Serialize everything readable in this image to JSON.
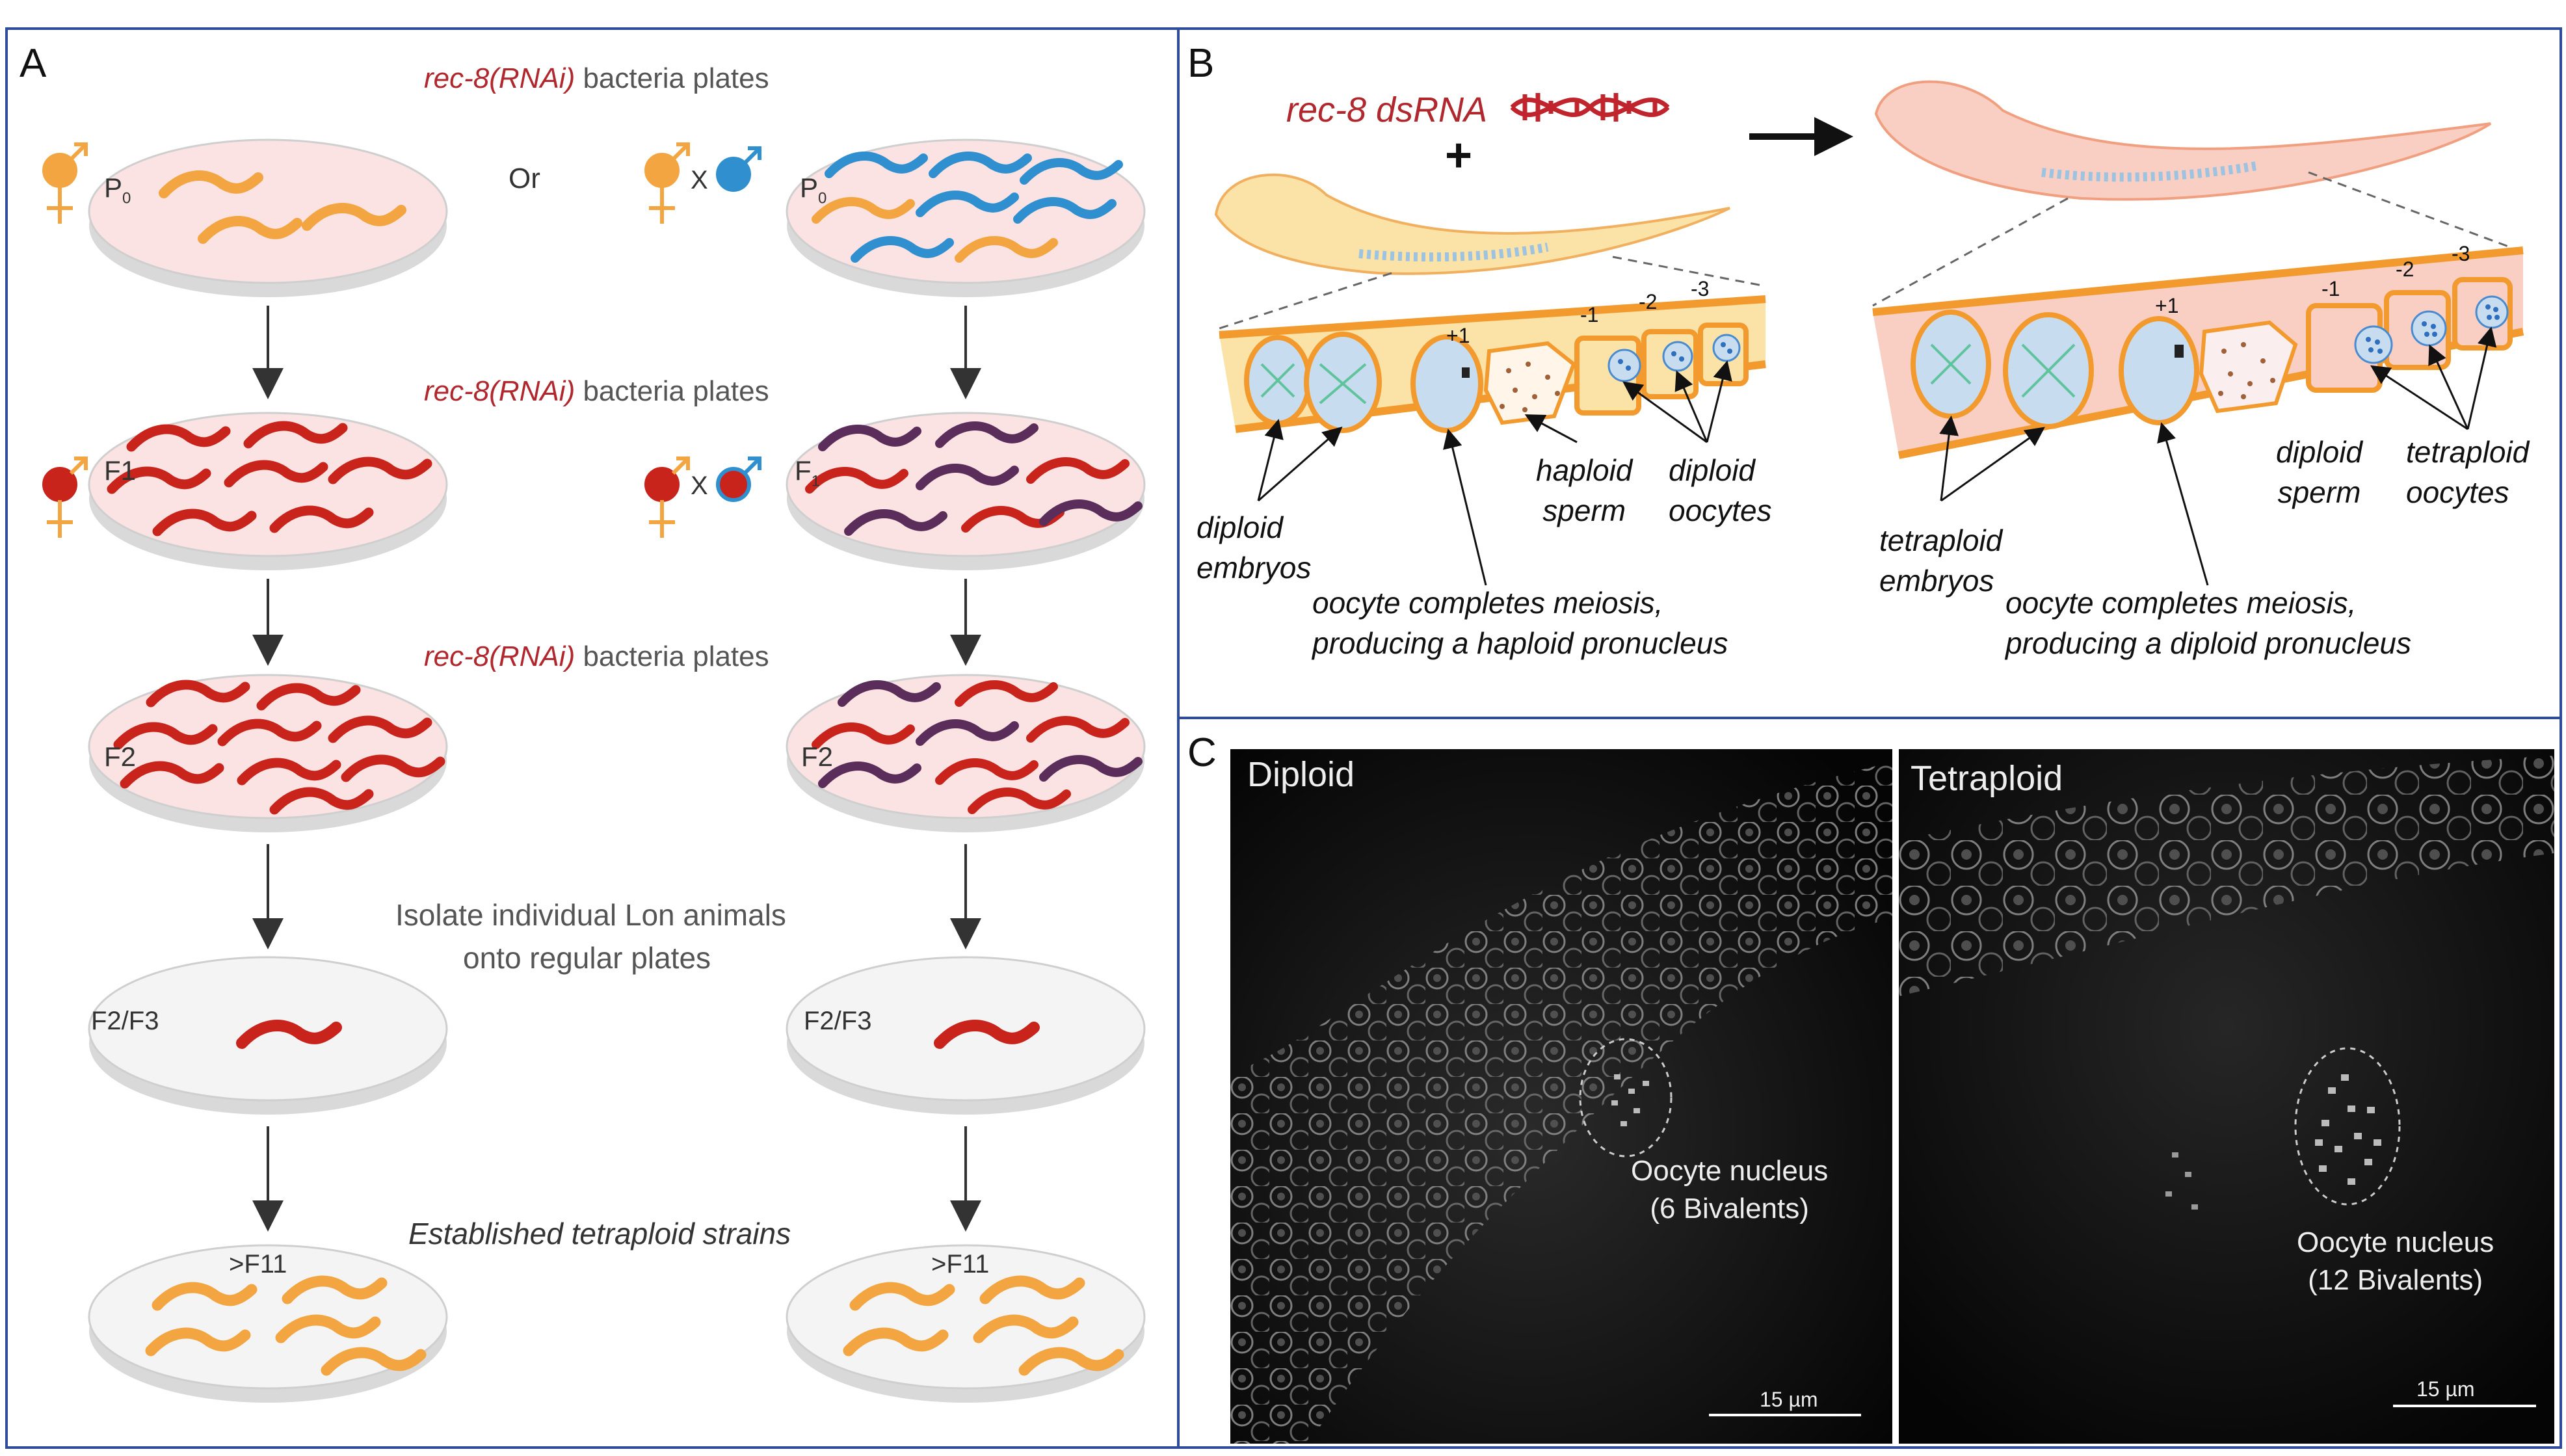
{
  "panels": {
    "a": "A",
    "b": "B",
    "c": "C"
  },
  "panel_a": {
    "bacteria_plate_label_part1": "rec-8(RNAi)",
    "bacteria_plate_label_part2": " bacteria plates",
    "or": "Or",
    "cross_x": "X",
    "gen_p0": "P",
    "gen_p0_sub": "0",
    "gen_f1_left": "F1",
    "gen_f1_right": "F",
    "gen_f1_right_sub": "1",
    "gen_f2": "F2",
    "isolate_line1": "Isolate individual Lon animals",
    "isolate_line2": "onto regular plates",
    "gen_f2f3": "F2/F3",
    "established": "Established tetraploid strains",
    "gen_f11": ">F11",
    "colors": {
      "dish_pink": "#fbe3e3",
      "dish_white": "#f4f4f4",
      "worm_orange": "#f2a540",
      "worm_blue": "#2f8fcf",
      "worm_red": "#c8241c",
      "worm_purple": "#5a2d5a"
    }
  },
  "panel_b": {
    "dsrna_label": "rec-8 dsRNA",
    "plus": "+",
    "positions_left": [
      "+1",
      "-1",
      "-2",
      "-3"
    ],
    "positions_right": [
      "+1",
      "-1",
      "-2",
      "-3"
    ],
    "left": {
      "embryos_line1": "diploid",
      "embryos_line2": "embryos",
      "sperm_line1": "haploid",
      "sperm_line2": "sperm",
      "oocytes_line1": "diploid",
      "oocytes_line2": "oocytes",
      "meiosis_line1": "oocyte completes meiosis,",
      "meiosis_line2": "producing a haploid pronucleus"
    },
    "right": {
      "embryos_line1": "tetraploid",
      "embryos_line2": "embryos",
      "sperm_line1": "diploid",
      "sperm_line2": "sperm",
      "oocytes_line1": "tetraploid",
      "oocytes_line2": "oocytes",
      "meiosis_line1": "oocyte completes meiosis,",
      "meiosis_line2": "producing a diploid pronucleus"
    },
    "colors": {
      "diploid_body": "#fbe3a8",
      "tetraploid_body": "#f9cfc4",
      "tube_orange": "#f29a2e",
      "cell_blue": "#c8dcf0",
      "dna_red": "#c0242c"
    }
  },
  "panel_c": {
    "left_title": "Diploid",
    "right_title": "Tetraploid",
    "left_nucleus_line1": "Oocyte nucleus",
    "left_nucleus_line2": "(6 Bivalents)",
    "right_nucleus_line1": "Oocyte nucleus",
    "right_nucleus_line2": "(12 Bivalents)",
    "scale_bar": "15 µm"
  }
}
